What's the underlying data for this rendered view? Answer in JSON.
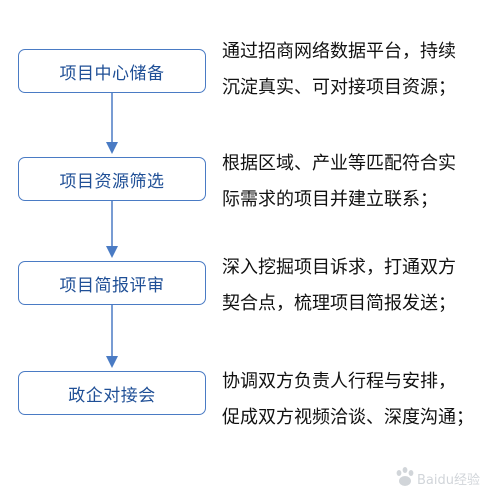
{
  "steps": [
    {
      "label": "项目中心储备",
      "desc_line1": "通过招商网络数据平台，持续",
      "desc_line2": "沉淀真实、可对接项目资源；"
    },
    {
      "label": "项目资源筛选",
      "desc_line1": "根据区域、产业等匹配符合实",
      "desc_line2": "际需求的项目并建立联系；"
    },
    {
      "label": "项目简报评审",
      "desc_line1": "深入挖掘项目诉求，打通双方",
      "desc_line2": "契合点，梳理项目简报发送；"
    },
    {
      "label": "政企对接会",
      "desc_line1": "协调双方负责人行程与安排，",
      "desc_line2": "促成双方视频洽谈、深度沟通；"
    }
  ],
  "colors": {
    "box_border": "#4a7bc4",
    "box_text": "#1f4f96",
    "arrow": "#4a7bc4"
  },
  "watermark": {
    "text": "Baidu经验"
  }
}
